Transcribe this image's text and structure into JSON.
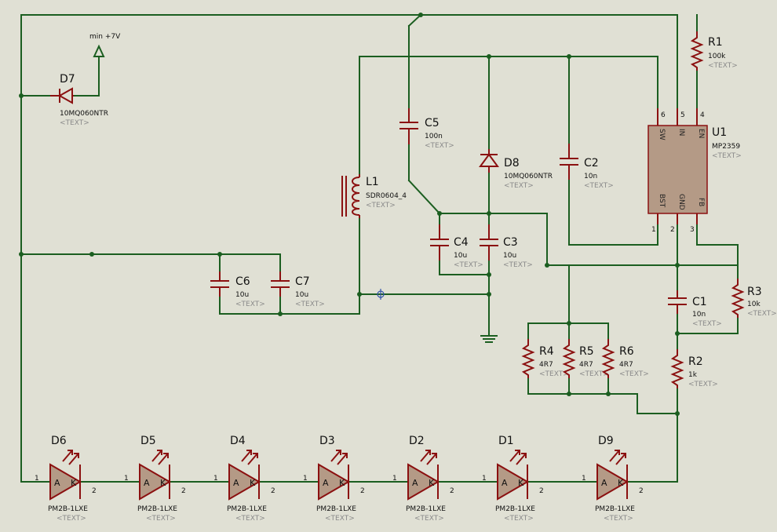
{
  "power": {
    "label": "min +7V"
  },
  "components": {
    "D7": {
      "ref": "D7",
      "value": "10MQ060NTR",
      "text": "<TEXT>"
    },
    "D8": {
      "ref": "D8",
      "value": "10MQ060NTR",
      "text": "<TEXT>"
    },
    "C5": {
      "ref": "C5",
      "value": "100n",
      "text": "<TEXT>"
    },
    "L1": {
      "ref": "L1",
      "value": "SDR0604_4",
      "text": "<TEXT>"
    },
    "C2": {
      "ref": "C2",
      "value": "10n",
      "text": "<TEXT>"
    },
    "C4": {
      "ref": "C4",
      "value": "10u",
      "text": "<TEXT>"
    },
    "C3": {
      "ref": "C3",
      "value": "10u",
      "text": "<TEXT>"
    },
    "C6": {
      "ref": "C6",
      "value": "10u",
      "text": "<TEXT>"
    },
    "C7": {
      "ref": "C7",
      "value": "10u",
      "text": "<TEXT>"
    },
    "R1": {
      "ref": "R1",
      "value": "100k",
      "text": "<TEXT>"
    },
    "U1": {
      "ref": "U1",
      "value": "MP2359",
      "text": "<TEXT>"
    },
    "R3": {
      "ref": "R3",
      "value": "10k",
      "text": "<TEXT>"
    },
    "C1": {
      "ref": "C1",
      "value": "10n",
      "text": "<TEXT>"
    },
    "R2": {
      "ref": "R2",
      "value": "1k",
      "text": "<TEXT>"
    },
    "R4": {
      "ref": "R4",
      "value": "4R7",
      "text": "<TEXT>"
    },
    "R5": {
      "ref": "R5",
      "value": "4R7",
      "text": "<TEXT>"
    },
    "R6": {
      "ref": "R6",
      "value": "4R7",
      "text": "<TEXT>"
    }
  },
  "u1_pins": {
    "sw": "SW",
    "in": "IN",
    "en": "EN",
    "bst": "BST",
    "gnd": "GND",
    "fb": "FB",
    "n6": "6",
    "n5": "5",
    "n4": "4",
    "n1": "1",
    "n2": "2",
    "n3": "3"
  },
  "leds": [
    {
      "ref": "D6",
      "value": "PM2B-1LXE",
      "text": "<TEXT>",
      "a": "A",
      "k": "K",
      "pin1": "1",
      "pin2": "2"
    },
    {
      "ref": "D5",
      "value": "PM2B-1LXE",
      "text": "<TEXT>",
      "a": "A",
      "k": "K",
      "pin1": "1",
      "pin2": "2"
    },
    {
      "ref": "D4",
      "value": "PM2B-1LXE",
      "text": "<TEXT>",
      "a": "A",
      "k": "K",
      "pin1": "1",
      "pin2": "2"
    },
    {
      "ref": "D3",
      "value": "PM2B-1LXE",
      "text": "<TEXT>",
      "a": "A",
      "k": "K",
      "pin1": "1",
      "pin2": "2"
    },
    {
      "ref": "D2",
      "value": "PM2B-1LXE",
      "text": "<TEXT>",
      "a": "A",
      "k": "K",
      "pin1": "1",
      "pin2": "2"
    },
    {
      "ref": "D1",
      "value": "PM2B-1LXE",
      "text": "<TEXT>",
      "a": "A",
      "k": "K",
      "pin1": "1",
      "pin2": "2"
    },
    {
      "ref": "D9",
      "value": "PM2B-1LXE",
      "text": "<TEXT>",
      "a": "A",
      "k": "K",
      "pin1": "1",
      "pin2": "2"
    }
  ]
}
